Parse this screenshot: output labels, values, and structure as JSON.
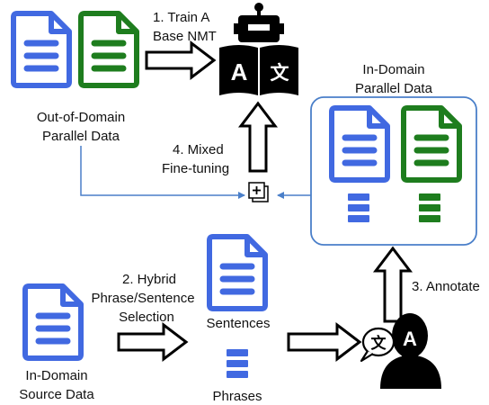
{
  "colors": {
    "blue": "#4169e1",
    "green": "#1e7d1e",
    "line_blue": "#4a7fc9",
    "black": "#000000"
  },
  "labels": {
    "step1_line1": "1. Train A",
    "step1_line2": "Base NMT",
    "ood_line1": "Out-of-Domain",
    "ood_line2": "Parallel Data",
    "step4_line1": "4. Mixed",
    "step4_line2": "Fine-tuning",
    "ind_parallel_line1": "In-Domain",
    "ind_parallel_line2": "Parallel Data",
    "step2_line1": "2. Hybrid",
    "step2_line2": "Phrase/Sentence",
    "step2_line3": "Selection",
    "step3": "3. Annotate",
    "sentences": "Sentences",
    "phrases": "Phrases",
    "ind_source_line1": "In-Domain",
    "ind_source_line2": "Source Data"
  },
  "icons": {
    "nmt_robot": "robot-translate-icon",
    "annotator": "human-translator-icon",
    "mix": "plus-box-icon",
    "translate_glyph_a": "A",
    "translate_glyph_zh": "文"
  }
}
